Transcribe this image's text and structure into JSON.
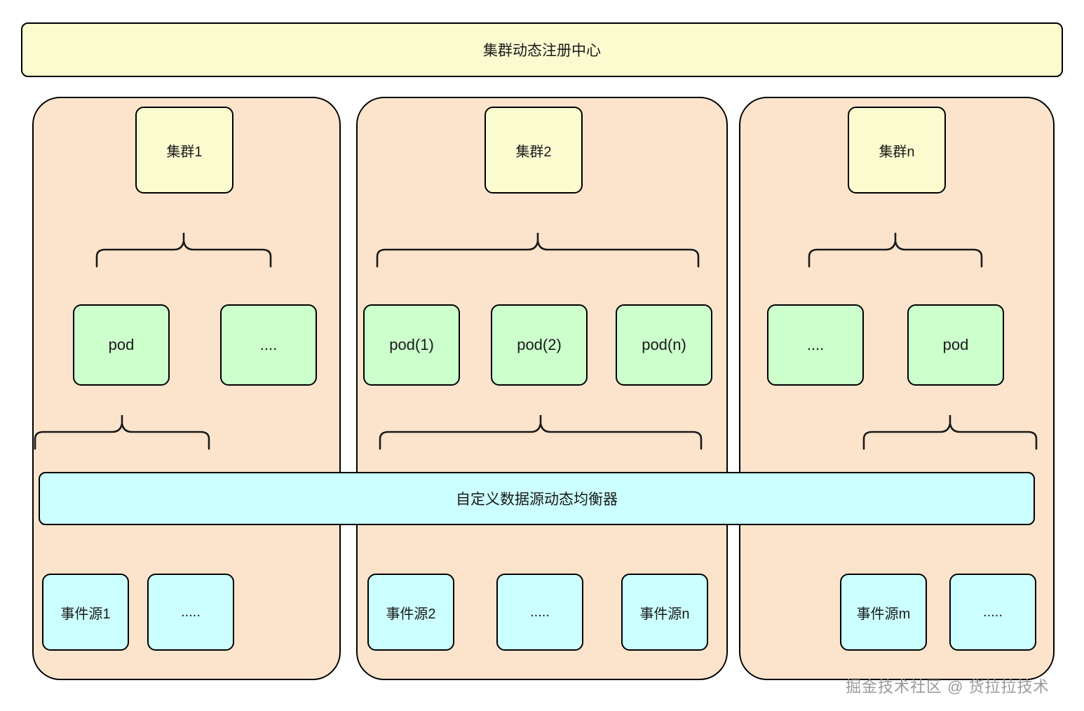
{
  "diagram": {
    "registry": {
      "label": "集群动态注册中心"
    },
    "balancer": {
      "label": "自定义数据源动态均衡器"
    },
    "watermark": {
      "text": "掘金技术社区 @ 货拉拉技术"
    },
    "clusters": [
      {
        "title": "集群1",
        "pods": [
          {
            "label": "pod"
          },
          {
            "label": "...."
          }
        ],
        "event_sources": [
          {
            "label": "事件源1"
          },
          {
            "label": "....."
          }
        ]
      },
      {
        "title": "集群2",
        "pods": [
          {
            "label": "pod(1)"
          },
          {
            "label": "pod(2)"
          },
          {
            "label": "pod(n)"
          }
        ],
        "event_sources": [
          {
            "label": "事件源2"
          },
          {
            "label": "....."
          },
          {
            "label": "事件源n"
          }
        ]
      },
      {
        "title": "集群n",
        "pods": [
          {
            "label": "...."
          },
          {
            "label": "pod"
          }
        ],
        "event_sources": [
          {
            "label": "事件源m"
          },
          {
            "label": "....."
          }
        ]
      }
    ],
    "colors": {
      "registry_fill": "#fbfbd0",
      "cluster_fill": "#fce4cc",
      "cluster_title_fill": "#fbfbd0",
      "pod_fill": "#ccffcc",
      "balancer_fill": "#ccffff",
      "event_fill": "#ccffff",
      "stroke": "#000000",
      "watermark": "#9a9a9a"
    }
  }
}
